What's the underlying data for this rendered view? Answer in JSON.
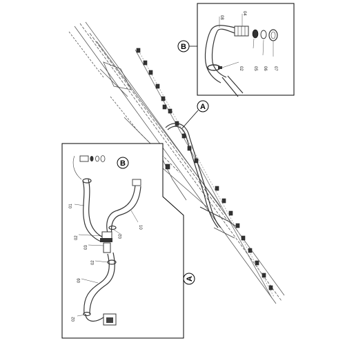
{
  "detail_b": {
    "callout": "B",
    "parts": [
      "08",
      "04",
      "05",
      "06",
      "07",
      "02"
    ]
  },
  "detail_a": {
    "callout": "A",
    "parts": [
      "B",
      "01",
      "02",
      "03",
      "02",
      "02",
      "09",
      "10",
      "02"
    ]
  },
  "main_callout": "A"
}
